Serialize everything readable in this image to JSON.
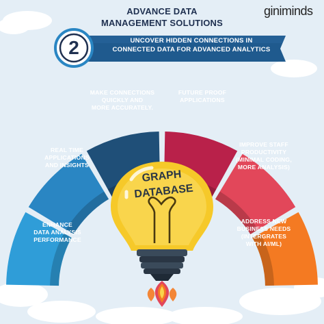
{
  "header": {
    "title_line1": "ADVANCE DATA",
    "title_line2": "MANAGEMENT SOLUTIONS",
    "logo": "giniminds"
  },
  "banner": {
    "number": "2",
    "line1": "UNCOVER HIDDEN CONNECTIONS IN",
    "line2": "CONNECTED DATA FOR ADVANCED ANALYTICS"
  },
  "segments": [
    {
      "line1": "ENHANCE",
      "line2": "DATA ANALYSIS",
      "line3": "PERFORMANCE",
      "color": "#2f9dd8"
    },
    {
      "line1": "REAL TIME",
      "line2": "APPLICATIONS",
      "line3": "AND INSIGHTS",
      "color": "#2a86c3"
    },
    {
      "line1": "MAKE CONNECTIONS",
      "line2": "QUICKLY AND",
      "line3": "MORE ACCURATELY.",
      "color": "#1f4f78"
    },
    {
      "line1": "FUTURE PROOF",
      "line2": "APPLICATIONS",
      "line3": "",
      "color": "#b9214a"
    },
    {
      "line1": "IMPROVE STAFF",
      "line2": "PRODUCTIVITY",
      "line3": "(MINIMAL CODING,",
      "line4": "MORE ANALYSIS)",
      "color": "#e2475a"
    },
    {
      "line1": "ADDRESS NEW",
      "line2": "BUSINESS NEEDS",
      "line3": "(INTERGRATES",
      "line4": "WITH AI/ML)",
      "color": "#f47a22"
    }
  ],
  "bulb": {
    "line1": "GRAPH",
    "line2": "DATABASE"
  }
}
